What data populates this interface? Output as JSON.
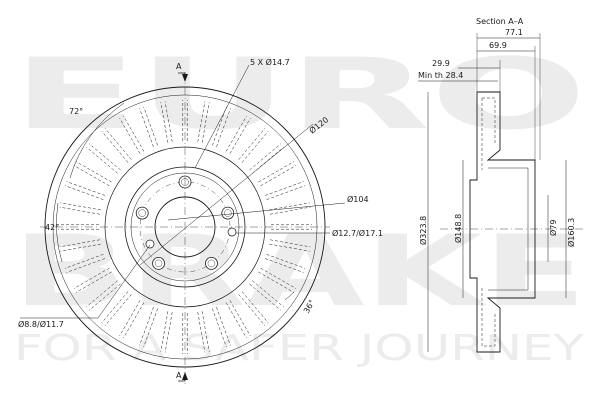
{
  "watermark": {
    "line1": "EURO",
    "line2": "BRAKE",
    "tagline": "FOR A SAFER JOURNEY",
    "color": "#ececec"
  },
  "front_view": {
    "section_marker": "A",
    "bolt_pattern": "5 X Ø14.7",
    "dia_120": "Ø120",
    "dia_104": "Ø104",
    "dia_holes": "Ø12.7/Ø17.1",
    "dia_small_holes": "Ø8.8/Ø11.7",
    "angle_72": "72°",
    "angle_42": "42°",
    "angle_36": "36°"
  },
  "section_view": {
    "title": "Section A–A",
    "width_total": "77.1",
    "width_hat": "69.9",
    "thickness": "29.9",
    "min_thickness": "Min th 28.4",
    "dia_outer": "Ø323.8",
    "dia_hat": "Ø148.8",
    "dia_bore": "Ø79",
    "dia_hat_outer": "Ø160.3"
  },
  "colors": {
    "line": "#1a1a1a",
    "background": "#ffffff"
  }
}
